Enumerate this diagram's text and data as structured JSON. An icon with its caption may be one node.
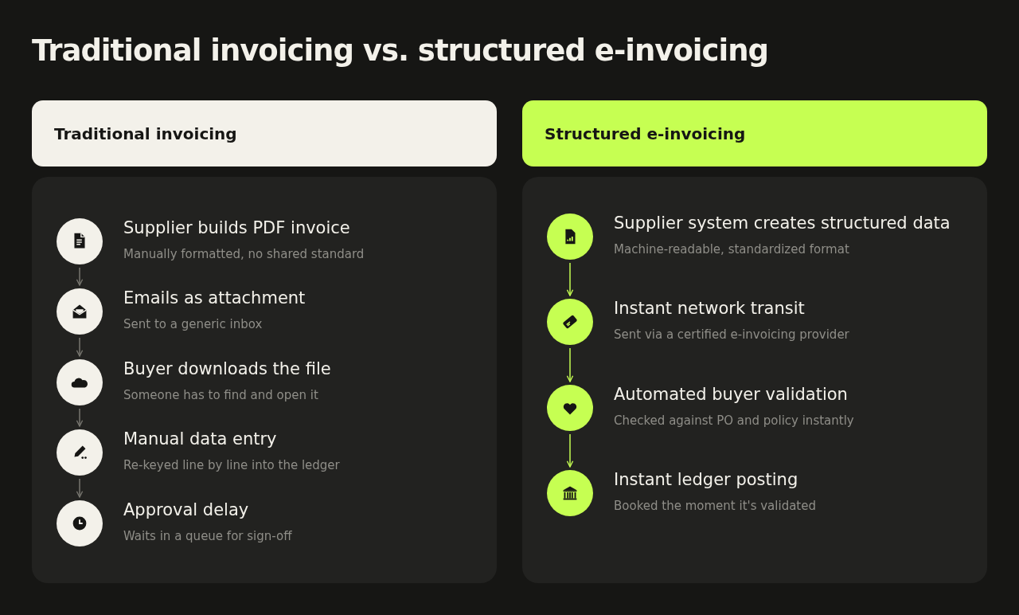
{
  "diagram": {
    "title": "Traditional invoicing vs. structured e-invoicing",
    "nodes": [
      {
        "text": [
          "Traditional invoicing"
        ]
      },
      {
        "text": [],
        "shape": "box"
      },
      {
        "text": [
          "Supplier builds PDF invoice",
          "Manually formatted, no shared standard"
        ],
        "in": 1
      },
      {
        "text": [
          "Emails as attachment",
          "Sent to a generic inbox"
        ],
        "in": 1
      },
      {
        "text": [
          "Buyer downloads the file",
          "Someone has to find and open it"
        ],
        "in": 1
      },
      {
        "text": [
          "Manual data entry",
          "Re-keyed line by line into the ledger"
        ],
        "in": 1
      },
      {
        "text": [
          "Approval delay",
          "Waits in a queue for sign-off"
        ],
        "in": 1
      },
      {
        "text": [
          "Structured e-invoicing"
        ]
      },
      {
        "text": [],
        "shape": "box"
      },
      {
        "text": [
          "Supplier system creates structured data",
          "Machine-readable, standardized format"
        ],
        "in": 8
      },
      {
        "text": [
          "Instant network transit",
          "Sent via a certified e-invoicing provider"
        ],
        "in": 8
      },
      {
        "text": [
          "Automated buyer validation",
          "Checked against PO and policy instantly"
        ],
        "in": 8
      },
      {
        "text": [
          "Instant ledger posting",
          "Booked the moment it's validated"
        ],
        "in": 8
      }
    ],
    "edges": [
      {
        "from": 2,
        "to": 3,
        "arrow": "to"
      },
      {
        "from": 3,
        "to": 4,
        "arrow": "to"
      },
      {
        "from": 4,
        "to": 5,
        "arrow": "to"
      },
      {
        "from": 5,
        "to": 6,
        "arrow": "to"
      },
      {
        "from": 9,
        "to": 10,
        "arrow": "to",
        "color": "#c6ff52"
      },
      {
        "from": 10,
        "to": 11,
        "arrow": "to",
        "color": "#c6ff52"
      },
      {
        "from": 11,
        "to": 12,
        "arrow": "to",
        "color": "#c6ff52"
      }
    ]
  }
}
